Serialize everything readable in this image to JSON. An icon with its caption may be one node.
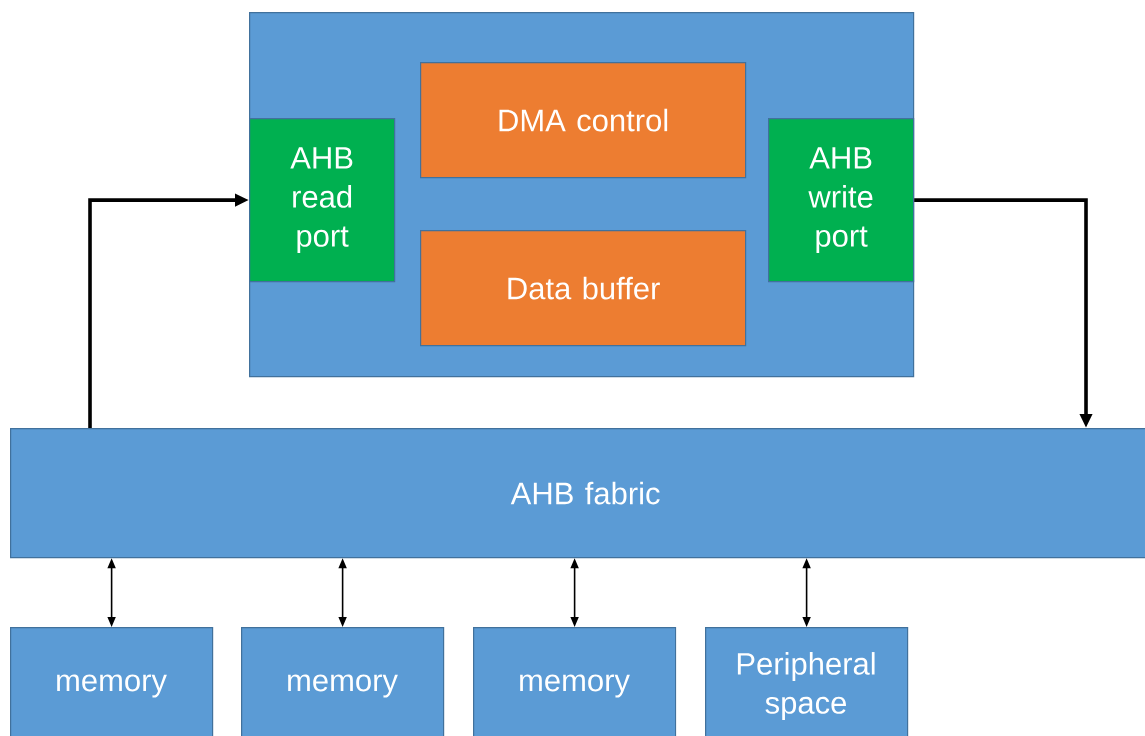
{
  "diagram": {
    "nodes": [
      {
        "text": [],
        "shape": "box"
      },
      {
        "text": [
          "DMA control"
        ],
        "in": 0
      },
      {
        "text": [
          "AHB read port"
        ],
        "in": 0
      },
      {
        "text": [
          "AHB write port"
        ],
        "in": 0
      },
      {
        "text": [
          "Data buffer"
        ],
        "in": 0
      },
      {
        "text": [
          "AHB fabric"
        ]
      },
      {
        "text": [
          "memory"
        ]
      },
      {
        "text": [
          "memory"
        ]
      },
      {
        "text": [
          "memory"
        ]
      },
      {
        "text": [
          "Peripheral space"
        ]
      }
    ],
    "edges": [
      {
        "from": 5,
        "to": 2,
        "arrow": "to",
        "style": "thick"
      },
      {
        "from": 3,
        "to": 5,
        "arrow": "to",
        "style": "thick"
      },
      {
        "from": 5,
        "to": 6,
        "arrow": "both"
      },
      {
        "from": 5,
        "to": 7,
        "arrow": "both"
      },
      {
        "from": 5,
        "to": 8,
        "arrow": "both"
      },
      {
        "from": 5,
        "to": 9,
        "arrow": "both"
      }
    ]
  }
}
